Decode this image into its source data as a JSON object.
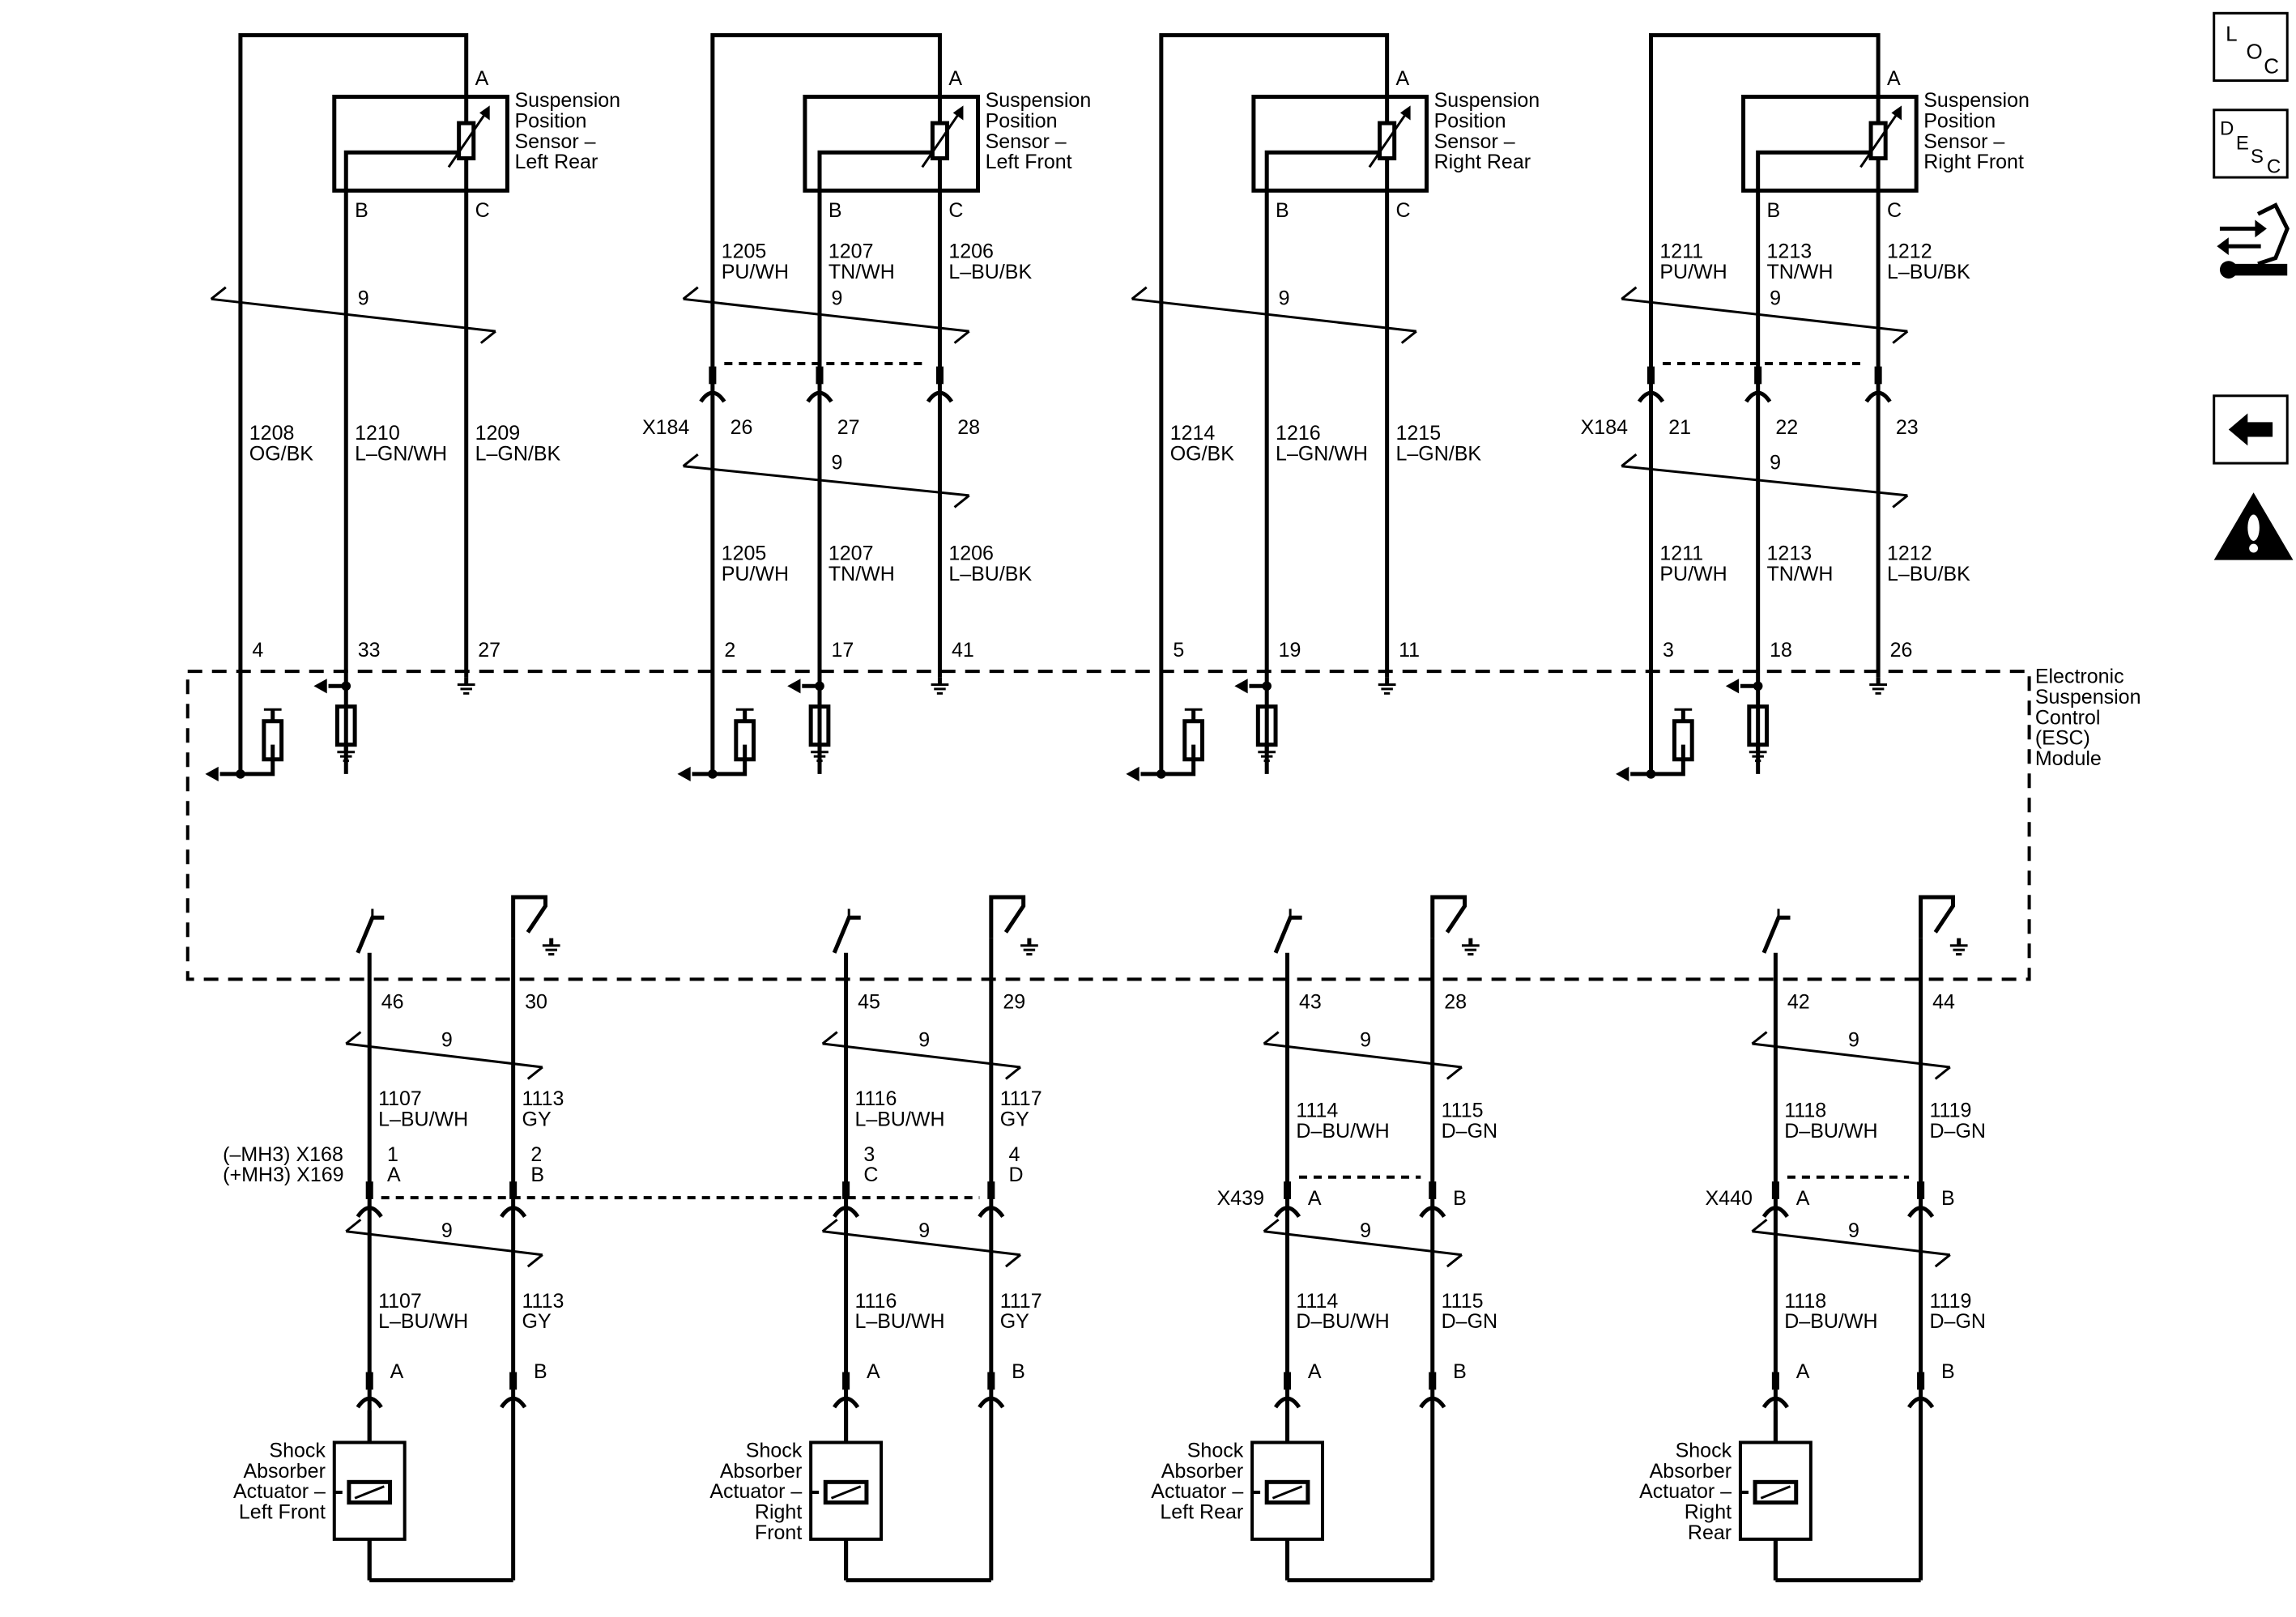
{
  "module": {
    "label": [
      "Electronic",
      "Suspension",
      "Control",
      "(ESC)",
      "Module"
    ]
  },
  "sensors": [
    {
      "name": [
        "Suspension",
        "Position",
        "Sensor –",
        "Left Rear"
      ],
      "pin_a": "A",
      "pin_b": "B",
      "pin_c": "C",
      "twist": "9",
      "connector": null,
      "wires": [
        {
          "circuit": "1208",
          "color": "OG/BK",
          "esc_pin": "4"
        },
        {
          "circuit": "1210",
          "color": "L–GN/WH",
          "esc_pin": "33"
        },
        {
          "circuit": "1209",
          "color": "L–GN/BK",
          "esc_pin": "27"
        }
      ]
    },
    {
      "name": [
        "Suspension",
        "Position",
        "Sensor –",
        "Left Front"
      ],
      "pin_a": "A",
      "pin_b": "B",
      "pin_c": "C",
      "twist": "9",
      "connector": {
        "name": "X184",
        "pins": [
          "26",
          "27",
          "28"
        ]
      },
      "wires": [
        {
          "circuit": "1205",
          "color": "PU/WH",
          "esc_pin": "2"
        },
        {
          "circuit": "1207",
          "color": "TN/WH",
          "esc_pin": "17"
        },
        {
          "circuit": "1206",
          "color": "L–BU/BK",
          "esc_pin": "41"
        }
      ]
    },
    {
      "name": [
        "Suspension",
        "Position",
        "Sensor –",
        "Right Rear"
      ],
      "pin_a": "A",
      "pin_b": "B",
      "pin_c": "C",
      "twist": "9",
      "connector": null,
      "wires": [
        {
          "circuit": "1214",
          "color": "OG/BK",
          "esc_pin": "5"
        },
        {
          "circuit": "1216",
          "color": "L–GN/WH",
          "esc_pin": "19"
        },
        {
          "circuit": "1215",
          "color": "L–GN/BK",
          "esc_pin": "11"
        }
      ]
    },
    {
      "name": [
        "Suspension",
        "Position",
        "Sensor –",
        "Right Front"
      ],
      "pin_a": "A",
      "pin_b": "B",
      "pin_c": "C",
      "twist": "9",
      "connector": {
        "name": "X184",
        "pins": [
          "21",
          "22",
          "23"
        ]
      },
      "wires": [
        {
          "circuit": "1211",
          "color": "PU/WH",
          "esc_pin": "3"
        },
        {
          "circuit": "1213",
          "color": "TN/WH",
          "esc_pin": "18"
        },
        {
          "circuit": "1212",
          "color": "L–BU/BK",
          "esc_pin": "26"
        }
      ]
    }
  ],
  "actuators": [
    {
      "name": [
        "Shock",
        "Absorber",
        "Actuator –",
        "Left Front"
      ],
      "esc_pins": [
        "46",
        "30"
      ],
      "twist": "9",
      "pin_a": "A",
      "pin_b": "B",
      "wires": [
        {
          "circuit": "1107",
          "color": "L–BU/WH"
        },
        {
          "circuit": "1113",
          "color": "GY"
        }
      ],
      "connector": {
        "pins_top": [
          "1",
          "2"
        ],
        "pins_bottom": [
          "A",
          "B"
        ]
      }
    },
    {
      "name": [
        "Shock",
        "Absorber",
        "Actuator –",
        "Right",
        "Front"
      ],
      "esc_pins": [
        "45",
        "29"
      ],
      "twist": "9",
      "pin_a": "A",
      "pin_b": "B",
      "wires": [
        {
          "circuit": "1116",
          "color": "L–BU/WH"
        },
        {
          "circuit": "1117",
          "color": "GY"
        }
      ],
      "connector": {
        "pins_top": [
          "3",
          "4"
        ],
        "pins_bottom": [
          "C",
          "D"
        ]
      }
    },
    {
      "name": [
        "Shock",
        "Absorber",
        "Actuator –",
        "Left Rear"
      ],
      "esc_pins": [
        "43",
        "28"
      ],
      "twist": "9",
      "pin_a": "A",
      "pin_b": "B",
      "wires": [
        {
          "circuit": "1114",
          "color": "D–BU/WH"
        },
        {
          "circuit": "1115",
          "color": "D–GN"
        }
      ],
      "connector": {
        "name": "X439",
        "pins": [
          "A",
          "B"
        ]
      }
    },
    {
      "name": [
        "Shock",
        "Absorber",
        "Actuator –",
        "Right",
        "Rear"
      ],
      "esc_pins": [
        "42",
        "44"
      ],
      "twist": "9",
      "pin_a": "A",
      "pin_b": "B",
      "wires": [
        {
          "circuit": "1118",
          "color": "D–BU/WH"
        },
        {
          "circuit": "1119",
          "color": "D–GN"
        }
      ],
      "connector": {
        "name": "X440",
        "pins": [
          "A",
          "B"
        ]
      }
    }
  ],
  "shared_connector": {
    "label1": "(–MH3)  X168",
    "label2": "(+MH3)  X169"
  },
  "toolbar": {
    "loc": {
      "l": "L",
      "o": "O",
      "c": "C"
    },
    "desc": {
      "d": "D",
      "e": "E",
      "s": "S",
      "c": "C"
    }
  },
  "icons": [
    "loc-icon",
    "desc-icon",
    "connector-tool-icon",
    "back-arrow-icon",
    "warning-icon"
  ]
}
